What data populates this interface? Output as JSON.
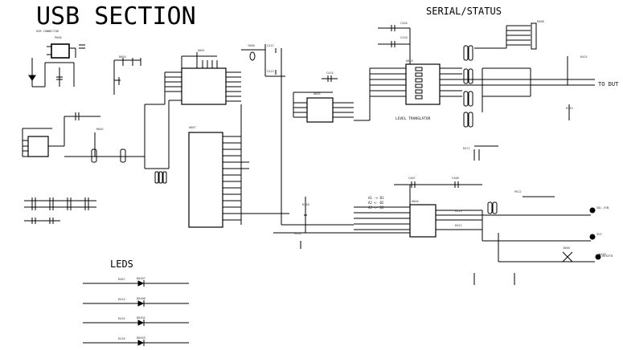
{
  "sheet": {
    "title": "USB SECTION",
    "serial_status_title": "SERIAL/STATUS",
    "leds_title": "LEDS",
    "to_dut_label": "TO DUT",
    "level_translator_label": "LEVEL TRANSLATOR",
    "usb_connector_label": "USB CONNECTOR"
  },
  "components": {
    "usb_connector": "P600",
    "usb_controller": "U607",
    "usb_ic": "U601",
    "eeprom": "U602",
    "level_translator": "U603",
    "level_translator_2": "U604",
    "crystal": "Y600",
    "header_top_right": "P608",
    "header_right": "P612",
    "jumper_strip": "J600",
    "cap_a": "C416",
    "cap_b": "C418",
    "cap_c": "C412",
    "cap_d": "C413",
    "cap_e": "C414",
    "cap_f": "C407",
    "cap_g": "C408",
    "res_a": "R602",
    "res_b": "R603",
    "res_c": "R418",
    "res_d": "R419",
    "res_e": "R420",
    "res_f": "R421",
    "res_g": "R422",
    "res_h": "R423",
    "res_i": "R471",
    "res_j": "R476",
    "level_note_1": "A1 -> B1",
    "level_note_2": "A2 <- B2",
    "level_note_3": "A3 <- B3",
    "pin_sdl": "SDL_VIN",
    "pin_3v3": "3V3",
    "pin_reset": "RESETB"
  },
  "leds": [
    {
      "res": "R407",
      "led": "D0407"
    },
    {
      "res": "R414",
      "led": "D0406"
    },
    {
      "res": "R415",
      "led": "D0402"
    },
    {
      "res": "R416",
      "led": "D0403"
    }
  ]
}
